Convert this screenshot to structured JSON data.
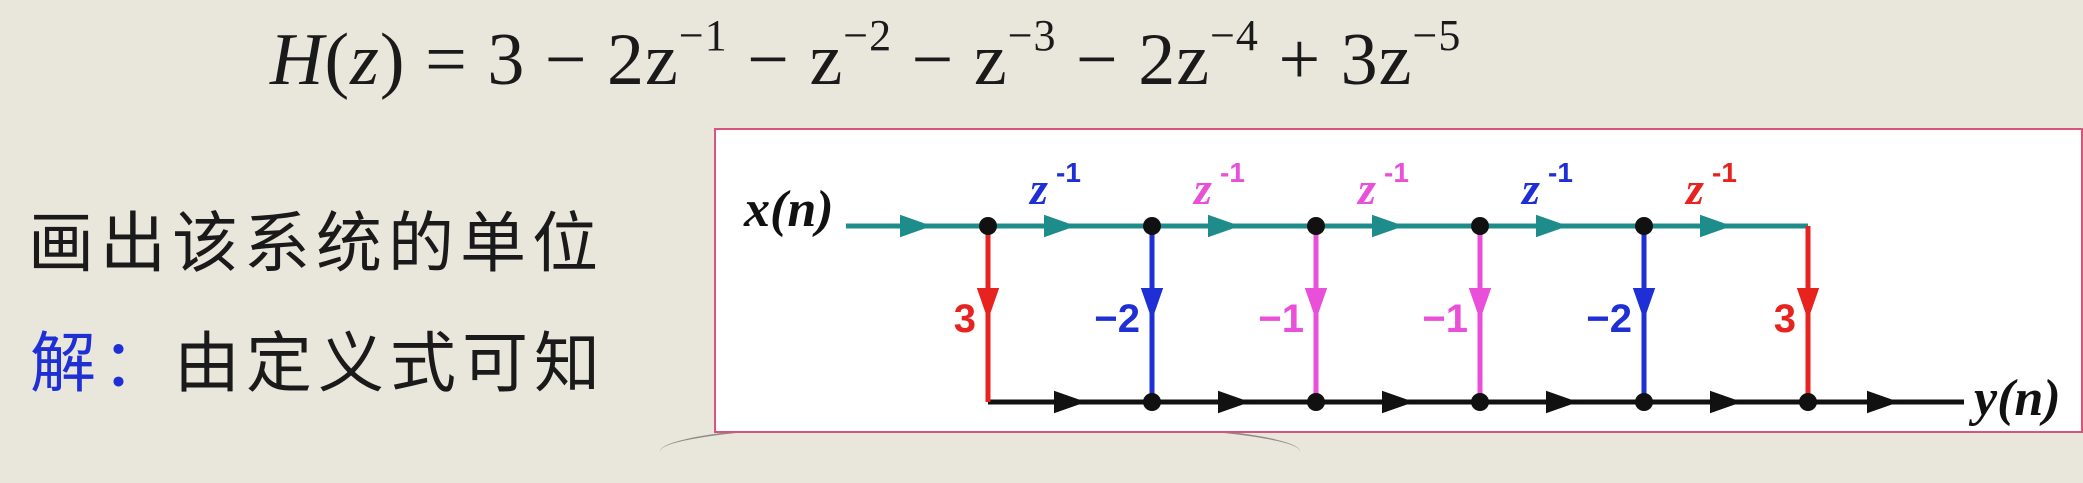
{
  "formula": {
    "lhs": "H(z) = ",
    "terms": [
      {
        "text": "3",
        "exp": ""
      },
      {
        "text": " − 2z",
        "exp": "−1"
      },
      {
        "text": " − z",
        "exp": "−2"
      },
      {
        "text": " − z",
        "exp": "−3"
      },
      {
        "text": " − 2z",
        "exp": "−4"
      },
      {
        "text": " + 3z",
        "exp": "−5"
      }
    ]
  },
  "text": {
    "line1": "画出该系统的单位",
    "line2_prefix": "解：",
    "line2_rest": "由定义式可知"
  },
  "diagram": {
    "input_label": "x(n)",
    "output_label": "y(n)",
    "delay_label": "z-1",
    "delay_base": "z",
    "delay_exp": "-1",
    "taps": [
      {
        "coef": "3",
        "color": "#e8231f"
      },
      {
        "coef": "−2",
        "color": "#1f2fd6"
      },
      {
        "coef": "−1",
        "color": "#e94fd8"
      },
      {
        "coef": "−1",
        "color": "#e94fd8"
      },
      {
        "coef": "−2",
        "color": "#1f2fd6"
      },
      {
        "coef": "3",
        "color": "#e8231f"
      }
    ],
    "delay_colors": [
      "#1f2fd6",
      "#e94fd8",
      "#e94fd8",
      "#1f2fd6",
      "#e8231f"
    ],
    "colors": {
      "top_line": "#1f8c8c",
      "bottom_line": "#111111"
    }
  }
}
